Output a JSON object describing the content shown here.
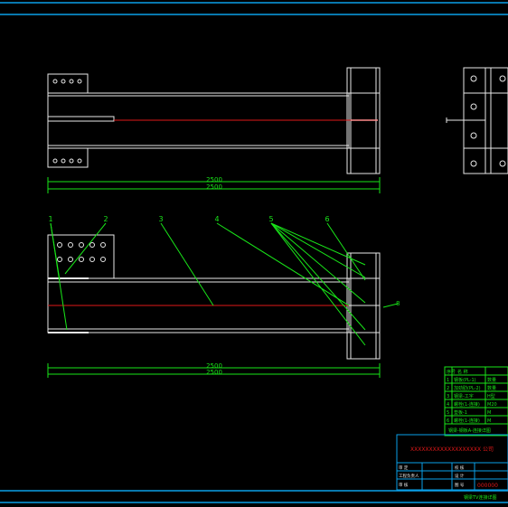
{
  "drawing": {
    "frame_color": "#0aa0e8",
    "line_white": "#e8e8e8",
    "line_green": "#19e619",
    "line_red": "#e01818",
    "top_view": {
      "dim_upper": "2500",
      "dim_lower": "2500"
    },
    "front_view": {
      "dim_upper": "2500",
      "dim_lower": "2500",
      "balloons": [
        "1",
        "2",
        "3",
        "4",
        "5",
        "6"
      ],
      "side_callout": "8"
    },
    "bom": {
      "header": [
        "序号",
        "名 称",
        ""
      ],
      "rows": [
        [
          "1",
          "钢板(PL-1)",
          "数量"
        ],
        [
          "2",
          "加劲肋(PL-2)",
          "数量"
        ],
        [
          "3",
          "钢梁-工字",
          "H型"
        ],
        [
          "4",
          "螺栓(1-连接)",
          "M20"
        ],
        [
          "5",
          "垫板-1",
          "M"
        ],
        [
          "6",
          "螺栓(1-连接)",
          "M"
        ]
      ],
      "footer": "钢梁-钢板A-连接详图"
    },
    "title_block": {
      "title": "XXXXXXXXXXXXXXXXXXX 公司",
      "rows": [
        [
          "审 定",
          "",
          "校 核",
          ""
        ],
        [
          "工程负责人",
          "",
          "设 计",
          ""
        ],
        [
          "审 核",
          "",
          "图 号",
          "000000"
        ]
      ],
      "drawing_name": "钢梁TV连接详图"
    }
  }
}
